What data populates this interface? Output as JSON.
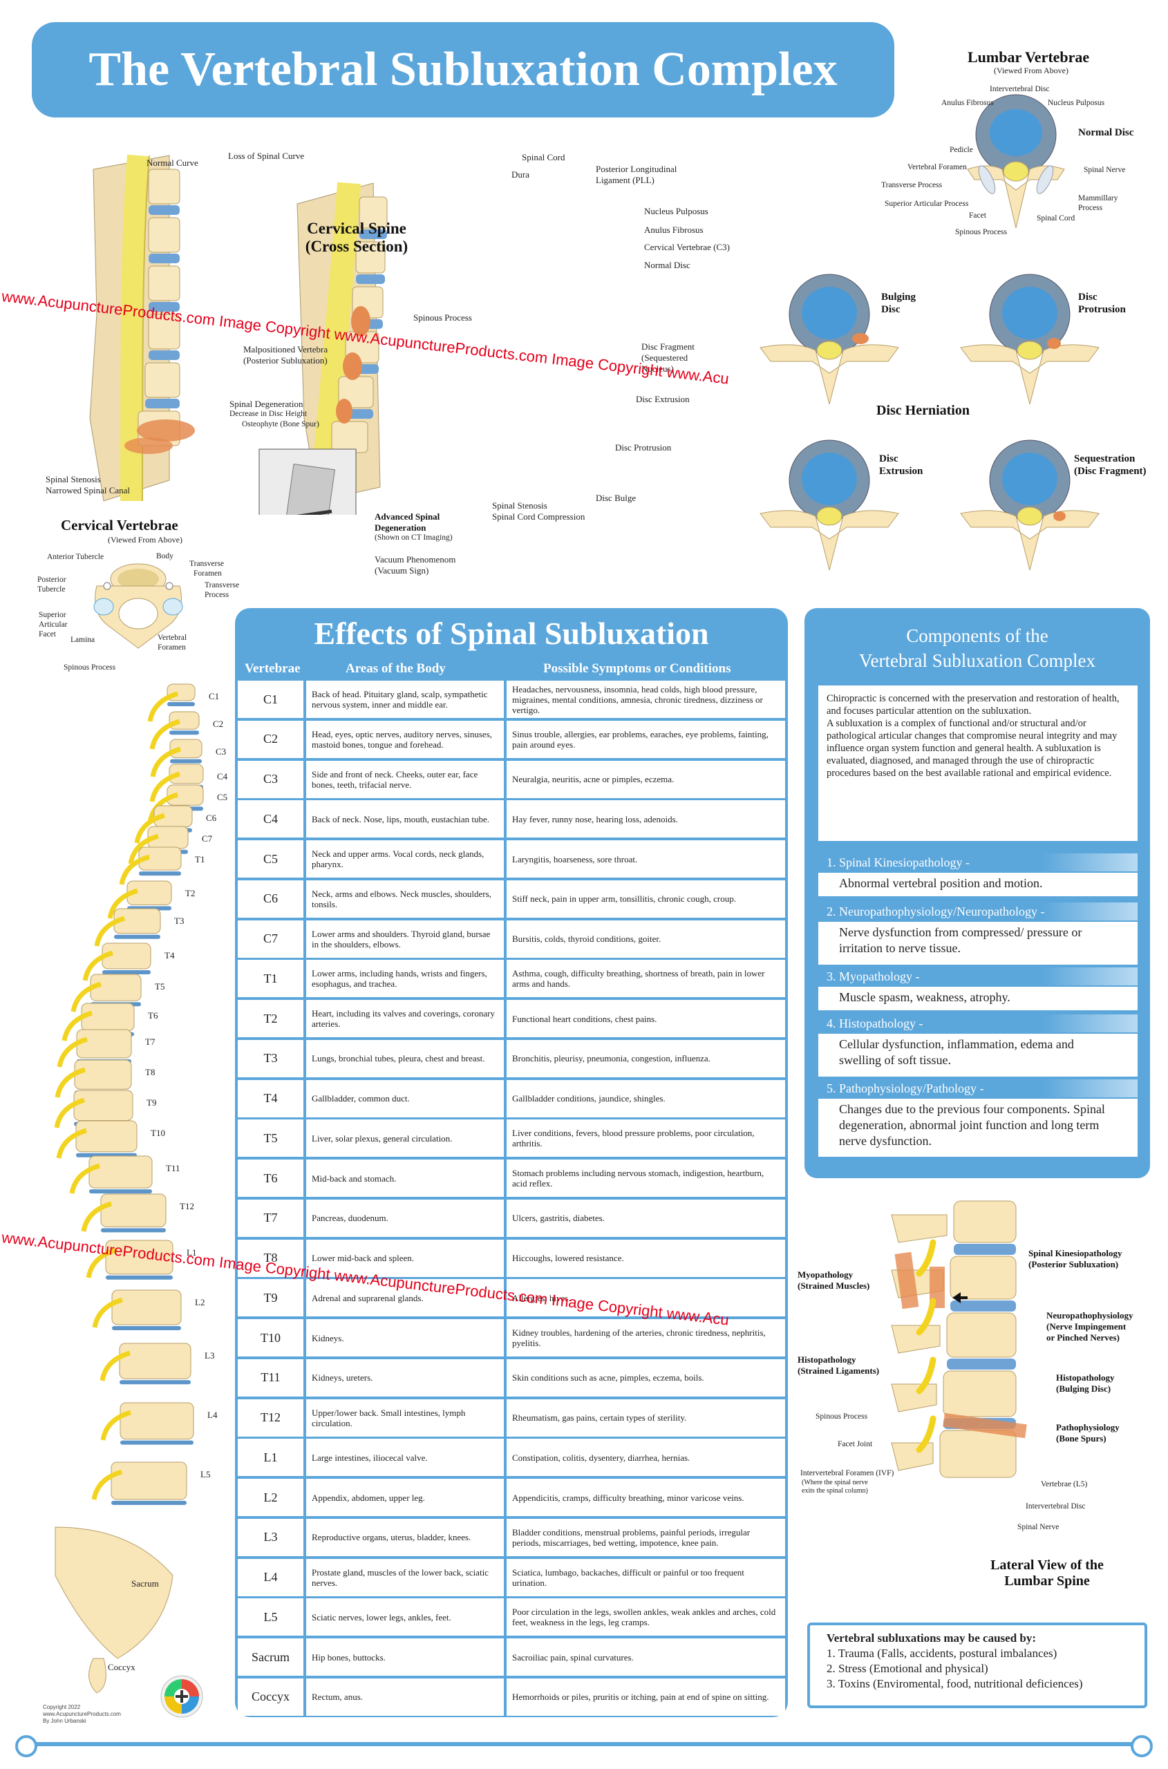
{
  "title": "The Vertebral Subluxation Complex",
  "cervical_spine": {
    "heading": "Cervical Spine",
    "subheading": "(Cross Section)",
    "labels": {
      "normal_curve": "Normal Curve",
      "loss_curve": "Loss of Spinal Curve",
      "malpositioned": "Malpositioned Vertebra",
      "posterior_sub": "(Posterior Subluxation)",
      "spinal_degeneration": "Spinal Degeneration",
      "decrease_disc": "Decrease in Disc Height",
      "osteophyte": "Osteophyte (Bone Spur)",
      "spinal_stenosis": "Spinal Stenosis",
      "narrowed_canal": "Narrowed Spinal Canal",
      "spinal_cord": "Spinal Cord",
      "dura": "Dura",
      "pll": "Posterior Longitudinal",
      "pll2": "Ligament (PLL)",
      "nucleus": "Nucleus Pulposus",
      "anulus": "Anulus Fibrosus",
      "c3": "Cervical Vertebrae (C3)",
      "normal_disc": "Normal Disc",
      "spinous": "Spinous Process",
      "fragment": "Disc Fragment",
      "sequestered": "(Sequestered",
      "nucleus2": "Nucleus)",
      "extrusion": "Disc Extrusion",
      "protrusion": "Disc Protrusion",
      "bulge": "Disc Bulge",
      "stenosis2": "Spinal Stenosis",
      "compression": "Spinal Cord Compression",
      "adv": "Advanced Spinal",
      "adv2": "Degeneration",
      "ct": "(Shown on CT Imaging)",
      "vacuum": "Vacuum Phenomenom",
      "vacuum2": "(Vacuum Sign)"
    }
  },
  "cervical_vertebrae": {
    "heading": "Cervical Vertebrae",
    "sub": "(Viewed From Above)",
    "labels": {
      "anterior": "Anterior Tubercle",
      "body": "Body",
      "transverse_foramen": "Transverse",
      "transverse_foramen2": "Foramen",
      "transverse_process": "Transverse",
      "transverse_process2": "Process",
      "posterior": "Posterior",
      "posterior2": "Tubercle",
      "superior": "Superior",
      "articular": "Articular",
      "facet": "Facet",
      "lamina": "Lamina",
      "vert_foramen": "Vertebral",
      "vert_foramen2": "Foramen",
      "spinous": "Spinous Process"
    }
  },
  "lumbar_vertebrae": {
    "heading": "Lumbar Vertebrae",
    "sub": "(Viewed From Above)",
    "normal_disc": "Normal Disc",
    "labels": {
      "intervertebral": "Intervertebral Disc",
      "anulus": "Anulus Fibrosus",
      "nucleus": "Nucleus Pulposus",
      "pedicle": "Pedicle",
      "vert_foramen": "Vertebral Foramen",
      "spinal_nerve": "Spinal Nerve",
      "transverse": "Transverse Process",
      "mammillary": "Mammillary",
      "mammillary2": "Process",
      "superior": "Superior Articular Process",
      "facet": "Facet",
      "spinal_cord": "Spinal Cord",
      "spinous": "Spinous Process"
    }
  },
  "herniation": {
    "heading": "Disc Herniation",
    "bulging": "Bulging",
    "bulging2": "Disc",
    "protrusion": "Disc",
    "protrusion2": "Protrusion",
    "extrusion": "Disc",
    "extrusion2": "Extrusion",
    "sequestration": "Sequestration",
    "sequestration2": "(Disc Fragment)"
  },
  "spine_labels": [
    "C1",
    "C2",
    "C3",
    "C4",
    "C5",
    "C6",
    "C7",
    "T1",
    "T2",
    "T3",
    "T4",
    "T5",
    "T6",
    "T7",
    "T8",
    "T9",
    "T10",
    "T11",
    "T12",
    "L1",
    "L2",
    "L3",
    "L4",
    "L5",
    "Sacrum",
    "Coccyx"
  ],
  "effects": {
    "title": "Effects of Spinal Subluxation",
    "col_vertebrae": "Vertebrae",
    "col_areas": "Areas of the Body",
    "col_symptoms": "Possible Symptoms or Conditions",
    "rows": [
      {
        "v": "C1",
        "a": "Back of head. Pituitary gland, scalp, sympathetic nervous system, inner and middle ear.",
        "s": "Headaches, nervousness, insomnia, head colds, high blood pressure, migraines, mental conditions, amnesia, chronic tiredness, dizziness or vertigo."
      },
      {
        "v": "C2",
        "a": "Head, eyes, optic nerves, auditory nerves, sinuses, mastoid bones, tongue and forehead.",
        "s": "Sinus trouble, allergies, ear problems, earaches, eye problems, fainting, pain around eyes."
      },
      {
        "v": "C3",
        "a": "Side and front of neck. Cheeks, outer ear, face bones, teeth, trifacial nerve.",
        "s": "Neuralgia, neuritis, acne or pimples, eczema."
      },
      {
        "v": "C4",
        "a": "Back of neck. Nose, lips, mouth, eustachian tube.",
        "s": "Hay fever, runny nose, hearing loss, adenoids."
      },
      {
        "v": "C5",
        "a": "Neck and upper arms. Vocal cords, neck glands, pharynx.",
        "s": "Laryngitis, hoarseness, sore throat."
      },
      {
        "v": "C6",
        "a": "Neck, arms and elbows. Neck muscles, shoulders, tonsils.",
        "s": "Stiff neck, pain in upper arm, tonsillitis, chronic cough, croup."
      },
      {
        "v": "C7",
        "a": "Lower arms and shoulders. Thyroid gland, bursae in the shoulders, elbows.",
        "s": "Bursitis, colds, thyroid conditions, goiter."
      },
      {
        "v": "T1",
        "a": "Lower arms, including hands, wrists and fingers, esophagus, and trachea.",
        "s": "Asthma, cough, difficulty breathing, shortness of breath, pain in lower arms and hands."
      },
      {
        "v": "T2",
        "a": "Heart, including its valves and coverings, coronary arteries.",
        "s": "Functional heart conditions, chest pains."
      },
      {
        "v": "T3",
        "a": "Lungs, bronchial tubes, pleura, chest and breast.",
        "s": "Bronchitis, pleurisy, pneumonia, congestion, influenza."
      },
      {
        "v": "T4",
        "a": "Gallbladder, common duct.",
        "s": "Gallbladder conditions, jaundice, shingles."
      },
      {
        "v": "T5",
        "a": "Liver, solar plexus, general circulation.",
        "s": "Liver conditions, fevers, blood pressure problems, poor circulation, arthritis."
      },
      {
        "v": "T6",
        "a": "Mid-back and stomach.",
        "s": "Stomach problems including nervous stomach, indigestion, heartburn, acid reflex."
      },
      {
        "v": "T7",
        "a": "Pancreas, duodenum.",
        "s": "Ulcers, gastritis, diabetes."
      },
      {
        "v": "T8",
        "a": "Lower mid-back and spleen.",
        "s": "Hiccoughs, lowered resistance."
      },
      {
        "v": "T9",
        "a": "Adrenal and suprarenal glands.",
        "s": "Allergies, hives."
      },
      {
        "v": "T10",
        "a": "Kidneys.",
        "s": "Kidney troubles, hardening of the arteries, chronic tiredness, nephritis, pyelitis."
      },
      {
        "v": "T11",
        "a": "Kidneys, ureters.",
        "s": "Skin conditions such as acne, pimples, eczema, boils."
      },
      {
        "v": "T12",
        "a": "Upper/lower back. Small intestines, lymph circulation.",
        "s": "Rheumatism, gas pains, certain types of sterility."
      },
      {
        "v": "L1",
        "a": "Large intestines, iliocecal valve.",
        "s": "Constipation, colitis, dysentery, diarrhea, hernias."
      },
      {
        "v": "L2",
        "a": "Appendix, abdomen, upper leg.",
        "s": "Appendicitis, cramps, difficulty breathing, minor varicose veins."
      },
      {
        "v": "L3",
        "a": "Reproductive organs, uterus, bladder, knees.",
        "s": "Bladder conditions, menstrual problems, painful periods, irregular periods, miscarriages, bed wetting, impotence, knee pain."
      },
      {
        "v": "L4",
        "a": "Prostate gland, muscles of the lower back, sciatic nerves.",
        "s": "Sciatica, lumbago, backaches, difficult or painful or too frequent urination."
      },
      {
        "v": "L5",
        "a": "Sciatic nerves, lower legs, ankles, feet.",
        "s": "Poor circulation in the legs, swollen ankles, weak ankles and arches, cold feet, weakness in the legs, leg cramps."
      },
      {
        "v": "Sacrum",
        "a": "Hip bones, buttocks.",
        "s": "Sacroiliac pain, spinal curvatures."
      },
      {
        "v": "Coccyx",
        "a": "Rectum, anus.",
        "s": "Hemorrhoids or piles, pruritis or itching, pain at end of spine on sitting."
      }
    ]
  },
  "components": {
    "title_line1": "Components of the",
    "title_line2": "Vertebral Subluxation Complex",
    "intro_p1": "Chiropractic is concerned with the preservation and restoration of health, and focuses particular attention on the subluxation.",
    "intro_p2": "A subluxation is a complex of functional and/or structural and/or pathological articular changes that compromise neural integrity and may influence organ system function and general health. A subluxation is evaluated, diagnosed, and managed through the use of chiropractic procedures based on the best available rational and empirical evidence.",
    "items": [
      {
        "head": "1. Spinal Kinesiopathology -",
        "body": "Abnormal vertebral position and motion."
      },
      {
        "head": "2. Neuropathophysiology/Neuropathology -",
        "body": "Nerve dysfunction from compressed/ pressure or irritation to nerve tissue."
      },
      {
        "head": "3. Myopathology -",
        "body": "Muscle spasm, weakness, atrophy."
      },
      {
        "head": "4. Histopathology -",
        "body": "Cellular dysfunction, inflammation, edema and swelling of soft tissue."
      },
      {
        "head": "5. Pathophysiology/Pathology -",
        "body": "Changes due to the previous four components. Spinal degeneration, abnormal joint function and long term nerve dysfunction."
      }
    ]
  },
  "lateral": {
    "heading1": "Lateral View of the",
    "heading2": "Lumbar Spine",
    "labels": {
      "myo": "Myopathology",
      "myo2": "(Strained Muscles)",
      "kin": "Spinal Kinesiopathology",
      "kin2": "(Posterior Subluxation)",
      "neuro": "Neuropathophysiology",
      "neuro2": "(Nerve Impingement",
      "neuro3": "or Pinched Nerves)",
      "histo_l": "Histopathology",
      "histo_l2": "(Strained Ligaments)",
      "histo_r": "Histopathology",
      "histo_r2": "(Bulging Disc)",
      "spinous": "Spinous Process",
      "patho": "Pathophysiology",
      "patho2": "(Bone Spurs)",
      "facet": "Facet Joint",
      "ivf": "Intervertebral Foramen (IVF)",
      "ivf2": "(Where the spinal nerve",
      "ivf3": "exits the spinal column)",
      "l5": "Vertebrae (L5)",
      "disc": "Intervertebral Disc",
      "nerve": "Spinal Nerve"
    }
  },
  "causes": {
    "heading": "Vertebral subluxations may be caused by:",
    "items": [
      "1. Trauma (Falls, accidents, postural imbalances)",
      "2. Stress (Emotional and physical)",
      "3. Toxins (Enviromental, food, nutritional deficiences)"
    ]
  },
  "copyright": {
    "line1": "Copyright 2022",
    "line2": "www.AcupunctureProducts.com",
    "line3": "By John Urbanski"
  },
  "watermark": "www.AcupunctureProducts.com Image Copyright www.AcupunctureProducts.com Image Copyright www.Acu",
  "colors": {
    "accent": "#5ba6db",
    "bone": "#f8e6b8",
    "cord": "#f4ec7a",
    "disc": "#5d95c9",
    "inflamed": "#e58a50",
    "watermark": "#e3001b"
  }
}
